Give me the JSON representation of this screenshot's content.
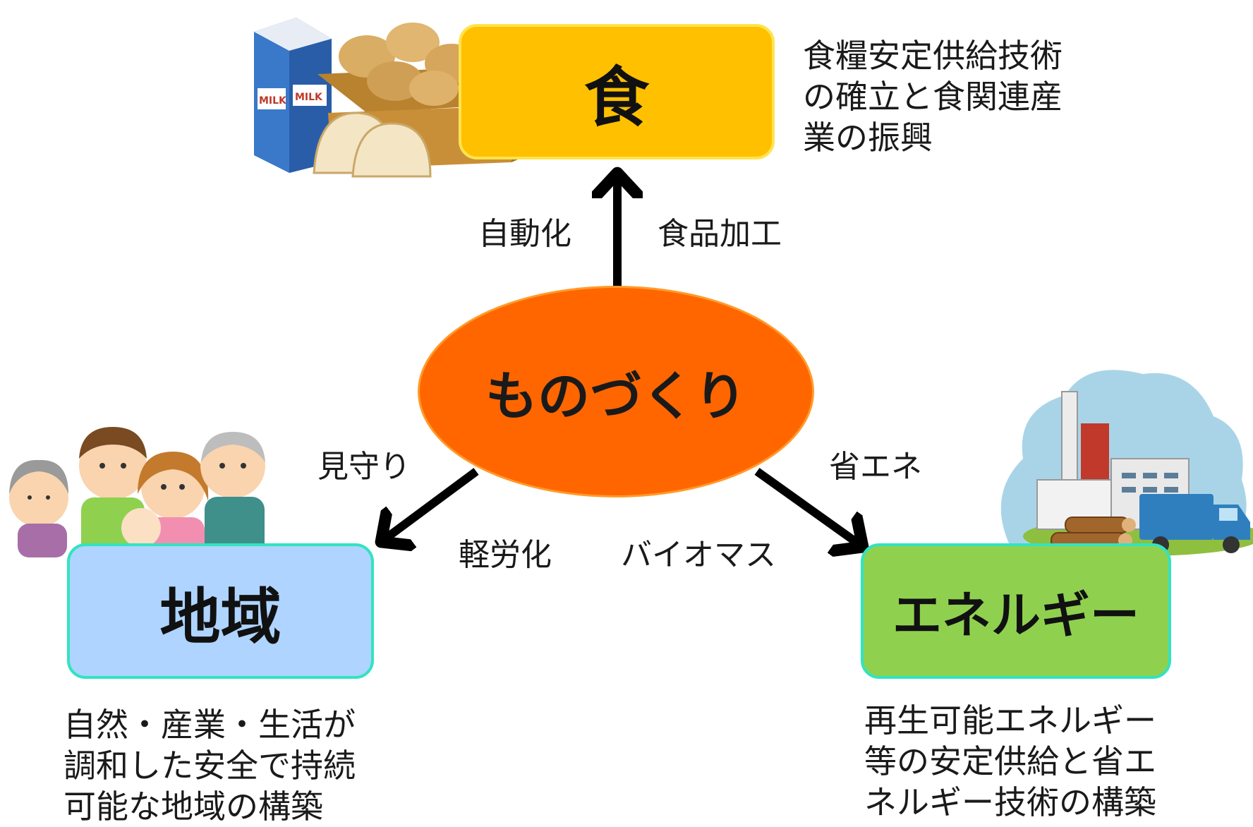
{
  "hub": {
    "label": "ものづくり",
    "color": "#ff6600"
  },
  "nodes": {
    "food": {
      "label": "食",
      "color": "#ffc000",
      "description": [
        "食糧安定供給技術",
        "の確立と食関連産",
        "業の振興"
      ]
    },
    "region": {
      "label": "地域",
      "color": "#aed4ff",
      "description": [
        "自然・産業・生活が",
        "調和した安全で持続",
        "可能な地域の構築"
      ]
    },
    "energy": {
      "label": "エネルギー",
      "color": "#8fd14f",
      "description": [
        "再生可能エネルギー",
        "等の安定供給と省エ",
        "ネルギー技術の構築"
      ]
    }
  },
  "edges": {
    "food": {
      "left_label": "自動化",
      "right_label": "食品加工"
    },
    "region": {
      "upper_label": "見守り",
      "lower_label": "軽労化"
    },
    "energy": {
      "upper_label": "省エネ",
      "lower_label": "バイオマス"
    }
  },
  "illustrations": {
    "food": "milk-potatoes-scallops-illustration",
    "region": "family-illustration",
    "energy": "biomass-plant-truck-illustration"
  }
}
